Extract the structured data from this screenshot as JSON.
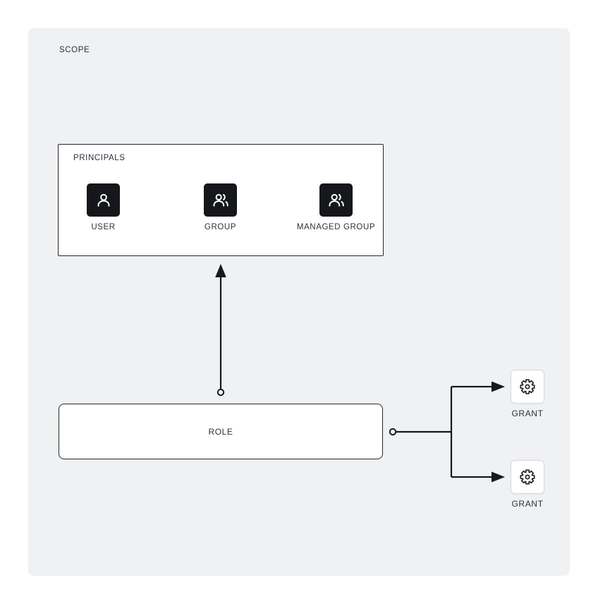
{
  "diagram": {
    "scope_label": "SCOPE",
    "principals": {
      "title": "PRINCIPALS",
      "items": [
        {
          "label": "USER",
          "icon": "user-icon"
        },
        {
          "label": "GROUP",
          "icon": "group-icon"
        },
        {
          "label": "MANAGED GROUP",
          "icon": "group-icon"
        }
      ]
    },
    "role": {
      "label": "ROLE"
    },
    "grants": [
      {
        "label": "GRANT",
        "icon": "gear-icon"
      },
      {
        "label": "GRANT",
        "icon": "gear-icon"
      }
    ],
    "colors": {
      "page_bg": "#ffffff",
      "scope_bg": "#f0f1f3",
      "box_border": "#23272e",
      "tile_bg": "#15171b",
      "tile_icon": "#ffffff",
      "grant_border": "#d5d7db",
      "text": "#2b303a",
      "line": "#17191d"
    }
  }
}
